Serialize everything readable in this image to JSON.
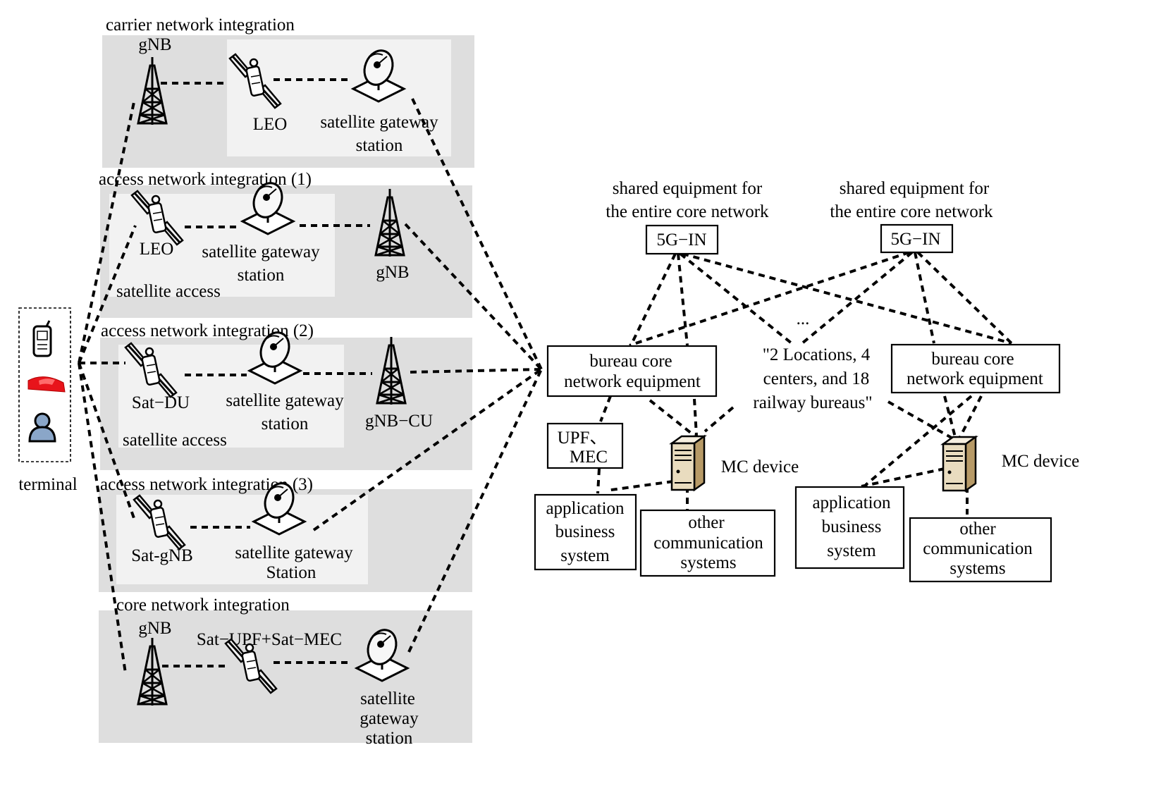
{
  "icons": {
    "tower": "cell-tower-icon",
    "satellite": "satellite-icon",
    "dish": "satellite-dish-icon",
    "server": "server-icon",
    "phone": "mobile-phone-icon",
    "train": "high-speed-train-icon",
    "user": "user-icon"
  },
  "colors": {
    "panel": "#dedede",
    "subpanel": "#f2f2f2",
    "train": "#e8141b",
    "user": "#8aa6c8",
    "server": "#e9dcbf"
  },
  "terminal": {
    "label": "terminal"
  },
  "carrier": {
    "title": "carrier network integration",
    "gnb": "gNB",
    "leo": "LEO",
    "gateway": [
      "satellite gateway",
      "station"
    ]
  },
  "access1": {
    "title": "access network integration (1)",
    "leo": "LEO",
    "gateway": [
      "satellite gateway",
      "station"
    ],
    "gnb": "gNB",
    "sat_access": "satellite access"
  },
  "access2": {
    "title": "access network integration (2)",
    "satdu": "Sat−DU",
    "gateway": [
      "satellite gateway",
      "station"
    ],
    "gnbcu": "gNB−CU",
    "sat_access": "satellite access"
  },
  "access3": {
    "title": "access network integration (3)",
    "satgnb": "Sat-gNB",
    "gateway": [
      "satellite gateway",
      "Station"
    ]
  },
  "core": {
    "title": "core network integration",
    "gnb": "gNB",
    "satupf": "Sat−UPF+Sat−MEC",
    "gateway": [
      "satellite",
      "gateway",
      "station"
    ]
  },
  "right": {
    "shared": [
      "shared equipment for",
      "the entire core network"
    ],
    "in5g": "5G−IN",
    "bureau": [
      "bureau core",
      "network equipment"
    ],
    "ellipsis": "...",
    "quote": [
      "\"2 Locations, 4",
      "centers, and 18",
      "railway bureaus\""
    ],
    "upf": [
      "UPF、",
      "MEC"
    ],
    "mc": "MC device",
    "app": [
      "application",
      "business",
      "system"
    ],
    "other": [
      "other",
      "communication",
      "systems"
    ]
  }
}
